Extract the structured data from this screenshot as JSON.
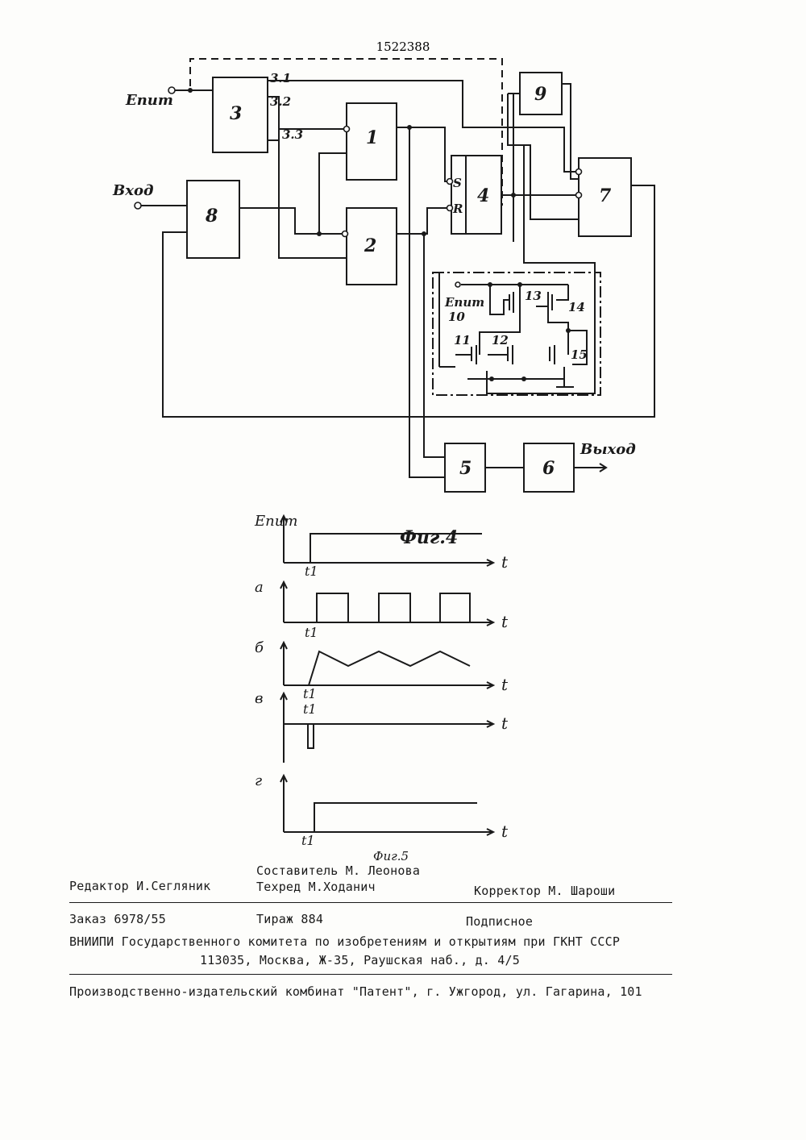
{
  "patent_number": "1522388",
  "fig4": {
    "caption": "Фиг.4",
    "input_label": "Вход",
    "output_label": "Выход",
    "supply_label": "Eпит",
    "internal_supply_label": "Eпит",
    "blocks": [
      "1",
      "2",
      "3",
      "4",
      "5",
      "6",
      "7",
      "8",
      "9"
    ],
    "outputs_3": [
      "3.1",
      "3.2",
      "3.3"
    ],
    "flipflop_inputs": [
      "S",
      "R"
    ],
    "transistors": [
      "10",
      "11",
      "12",
      "13",
      "14",
      "15"
    ]
  },
  "fig5": {
    "caption": "Фиг.5",
    "axis_t": "t",
    "t1": "t1",
    "rows": [
      {
        "label": "Eпит"
      },
      {
        "label": "а"
      },
      {
        "label": "б"
      },
      {
        "label": "в"
      },
      {
        "label": "г"
      }
    ]
  },
  "footer": {
    "sostavitel": "Составитель М. Леонова",
    "redaktor": "Редактор И.Сегляник",
    "tehred": "Техред М.Ходанич",
    "korrektor": "Корректор  М. Шароши",
    "zakaz": "Заказ 6978/55",
    "tirazh": "Тираж 884",
    "podpisnoe": "Подписное",
    "vniipi": "ВНИИПИ Государственного комитета по изобретениям и открытиям при ГКНТ СССР",
    "address": "113035, Москва, Ж-35, Раушская наб., д. 4/5",
    "kombinat": "Производственно-издательский комбинат \"Патент\", г. Ужгород, ул. Гагарина, 101"
  }
}
